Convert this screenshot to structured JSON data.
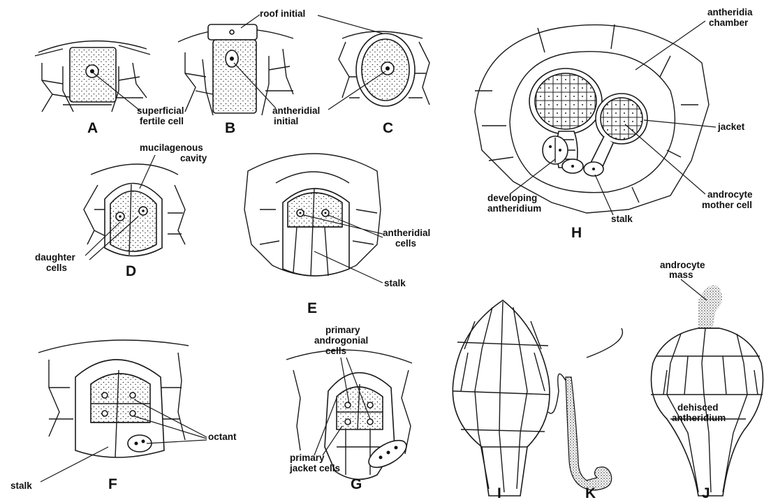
{
  "labels": {
    "roof_initial": "roof initial",
    "superficial": "superficial",
    "fertile_cell": "fertile cell",
    "antheridial": "antheridial",
    "initial": "initial",
    "mucilagenous": "mucilagenous",
    "cavity": "cavity",
    "daughter": "daughter",
    "cells": "cells",
    "antheridial_cells_1": "antheridial",
    "antheridial_cells_2": "cells",
    "stalk_e": "stalk",
    "stalk_f": "stalk",
    "octant": "octant",
    "primary_1": "primary",
    "androgonial": "androgonial",
    "androgonial_cells": "cells",
    "primary_jacket_1": "primary",
    "primary_jacket_2": "jacket cells",
    "antheridia_1": "antheridia",
    "chamber": "chamber",
    "jacket": "jacket",
    "developing": "developing",
    "antheridium_h": "antheridium",
    "stalk_h": "stalk",
    "androcyte": "androcyte",
    "mother_cell": "mother cell",
    "androcyte_mass_1": "androcyte",
    "androcyte_mass_2": "mass",
    "dehisced_1": "dehisced",
    "dehisced_2": "antheridium"
  },
  "panels": {
    "A": "A",
    "B": "B",
    "C": "C",
    "D": "D",
    "E": "E",
    "F": "F",
    "G": "G",
    "H": "H",
    "I": "I",
    "J": "J",
    "K": "K"
  }
}
